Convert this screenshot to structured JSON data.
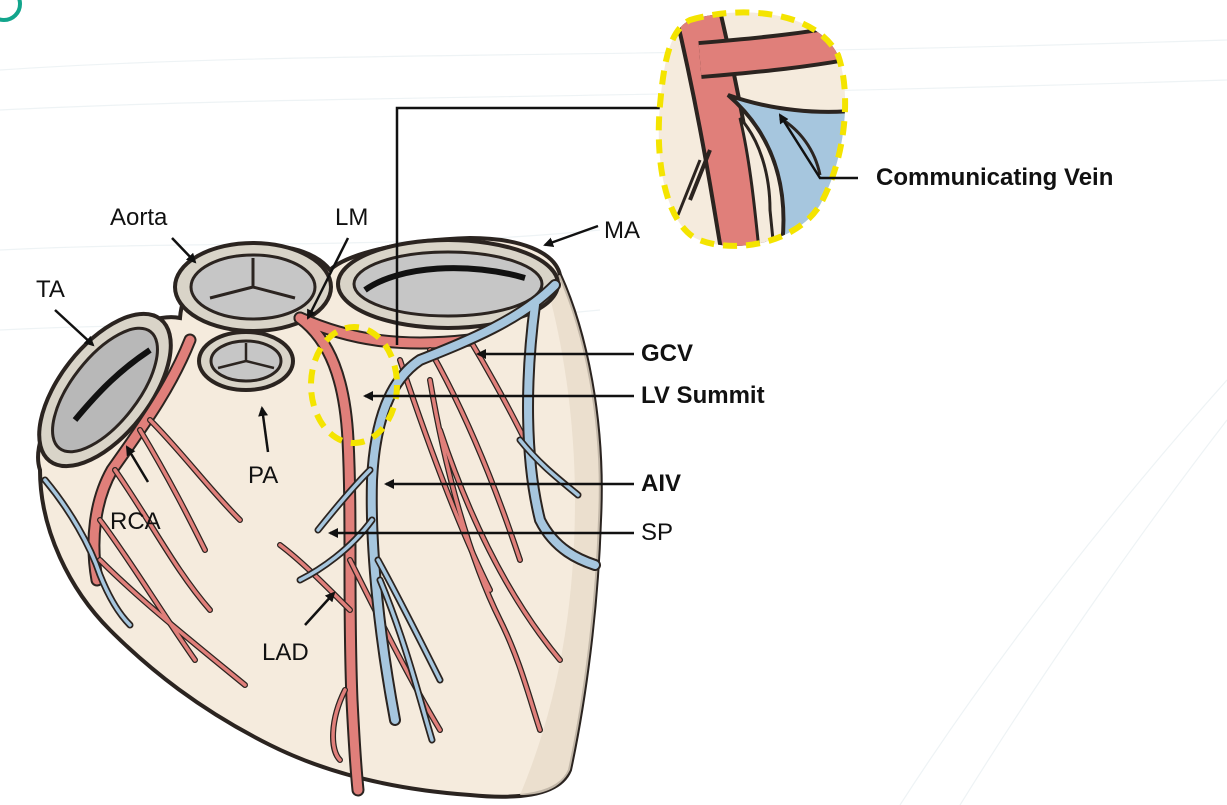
{
  "labels": {
    "aorta": "Aorta",
    "lm": "LM",
    "ma": "MA",
    "ta": "TA",
    "pa": "PA",
    "rca": "RCA",
    "lad": "LAD",
    "gcv": "GCV",
    "lv_summit": "LV Summit",
    "aiv": "AIV",
    "sp": "SP",
    "communicating_vein": "Communicating Vein"
  },
  "colors": {
    "heart_fill": "#f5ebdd",
    "artery": "#e07f7a",
    "vein": "#a6c6de",
    "outline": "#2b2420",
    "highlight": "#f4e400",
    "valve_ring": "#d9d4c8",
    "valve_inner": "#b8b8b8",
    "accent": "#12a58c"
  }
}
